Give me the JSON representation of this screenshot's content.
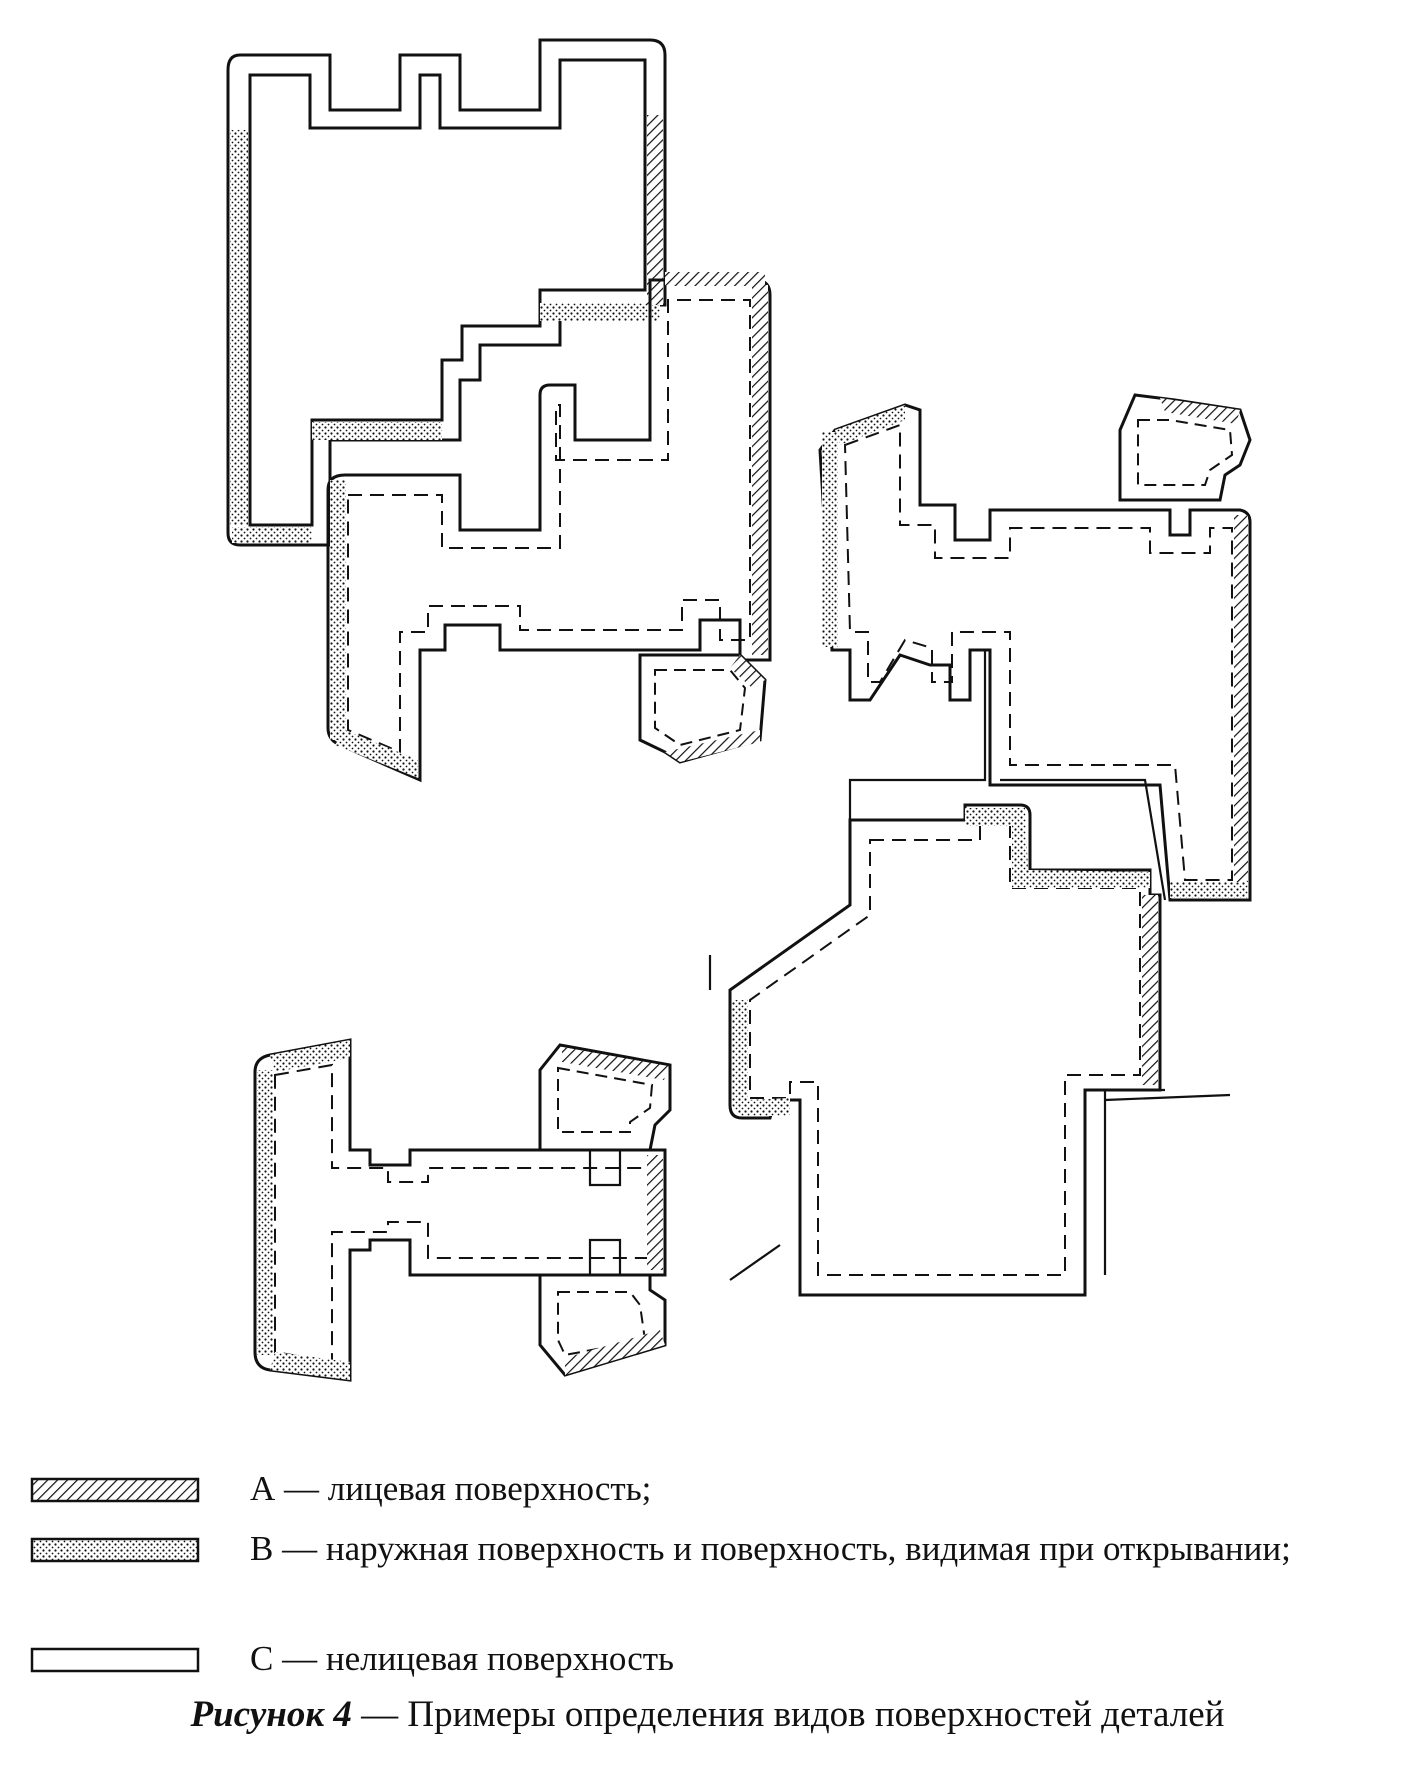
{
  "legend": {
    "items": [
      {
        "key": "A",
        "pattern": "hatch",
        "text": "А — лицевая поверхность;"
      },
      {
        "key": "B",
        "pattern": "dots",
        "text": "В — наружная поверхность и поверхность, видимая при открывании;"
      },
      {
        "key": "C",
        "pattern": "plain",
        "text": "С — нелицевая поверхность"
      }
    ]
  },
  "caption": {
    "label": "Рисунок 4",
    "text": " — Примеры определения видов поверхностей деталей"
  },
  "colors": {
    "ink": "#111111",
    "paper": "#ffffff"
  }
}
